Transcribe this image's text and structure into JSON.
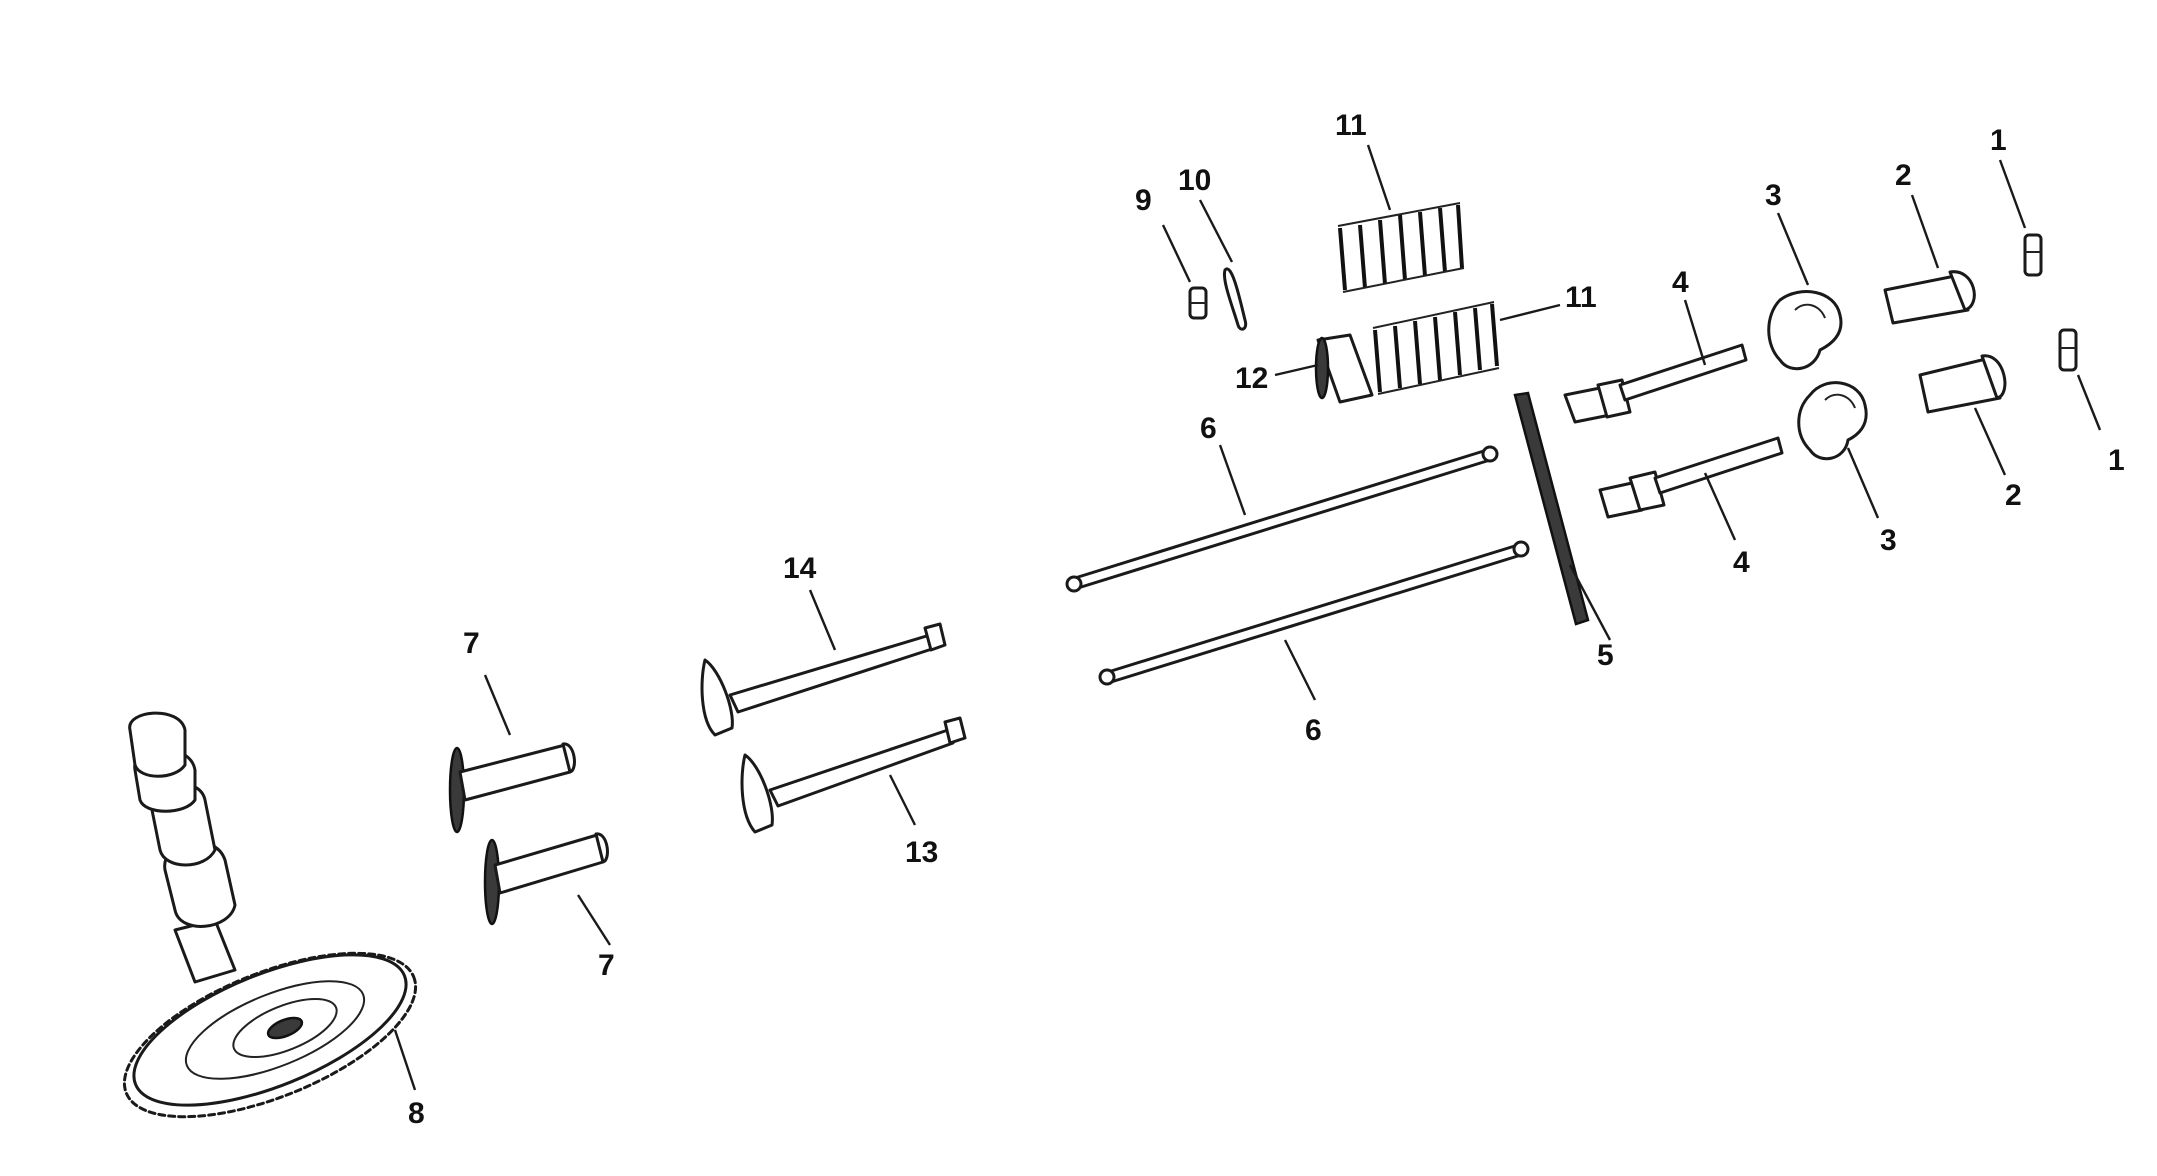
{
  "callouts": {
    "c1a": "1",
    "c1b": "1",
    "c2a": "2",
    "c2b": "2",
    "c3a": "3",
    "c3b": "3",
    "c4a": "4",
    "c4b": "4",
    "c5": "5",
    "c6a": "6",
    "c6b": "6",
    "c7a": "7",
    "c7b": "7",
    "c8": "8",
    "c9": "9",
    "c10": "10",
    "c11a": "11",
    "c11b": "11",
    "c12": "12",
    "c13": "13",
    "c14": "14"
  }
}
